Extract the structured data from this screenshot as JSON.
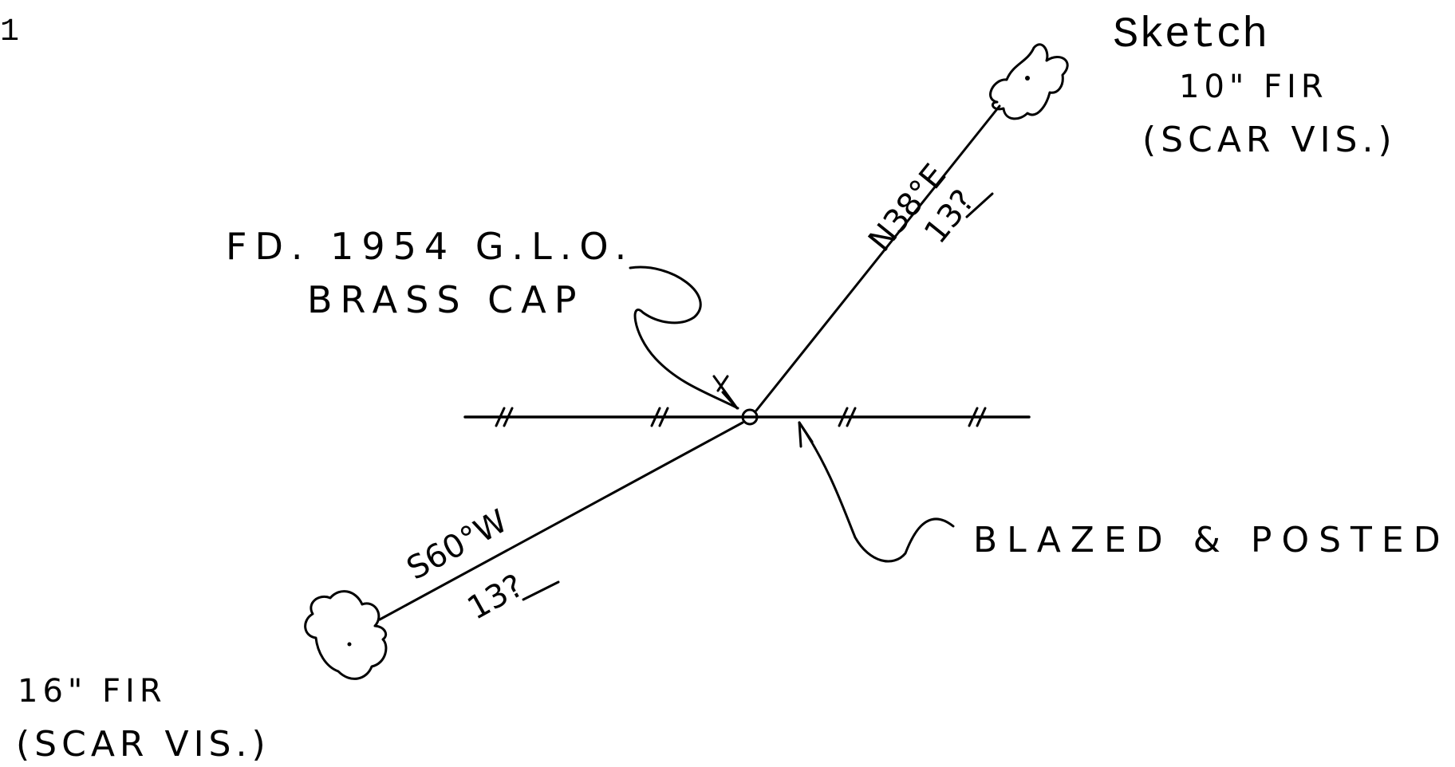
{
  "page_marker": "1",
  "header": {
    "title": "Sketch"
  },
  "corner": {
    "label": "FD. 1954 G.L.O.",
    "label_line2": "BRASS CAP"
  },
  "section_line": {
    "note": "BLAZED & POSTED"
  },
  "bearing_trees": [
    {
      "bearing": "N38°E",
      "distance": "13?",
      "tree": "10\" FIR",
      "note": "(SCAR VIS.)"
    },
    {
      "bearing": "S60°W",
      "distance": "13?",
      "tree": "16\" FIR",
      "note": "(SCAR VIS.)"
    }
  ],
  "colors": {
    "ink": "#000000",
    "paper": "#ffffff"
  }
}
